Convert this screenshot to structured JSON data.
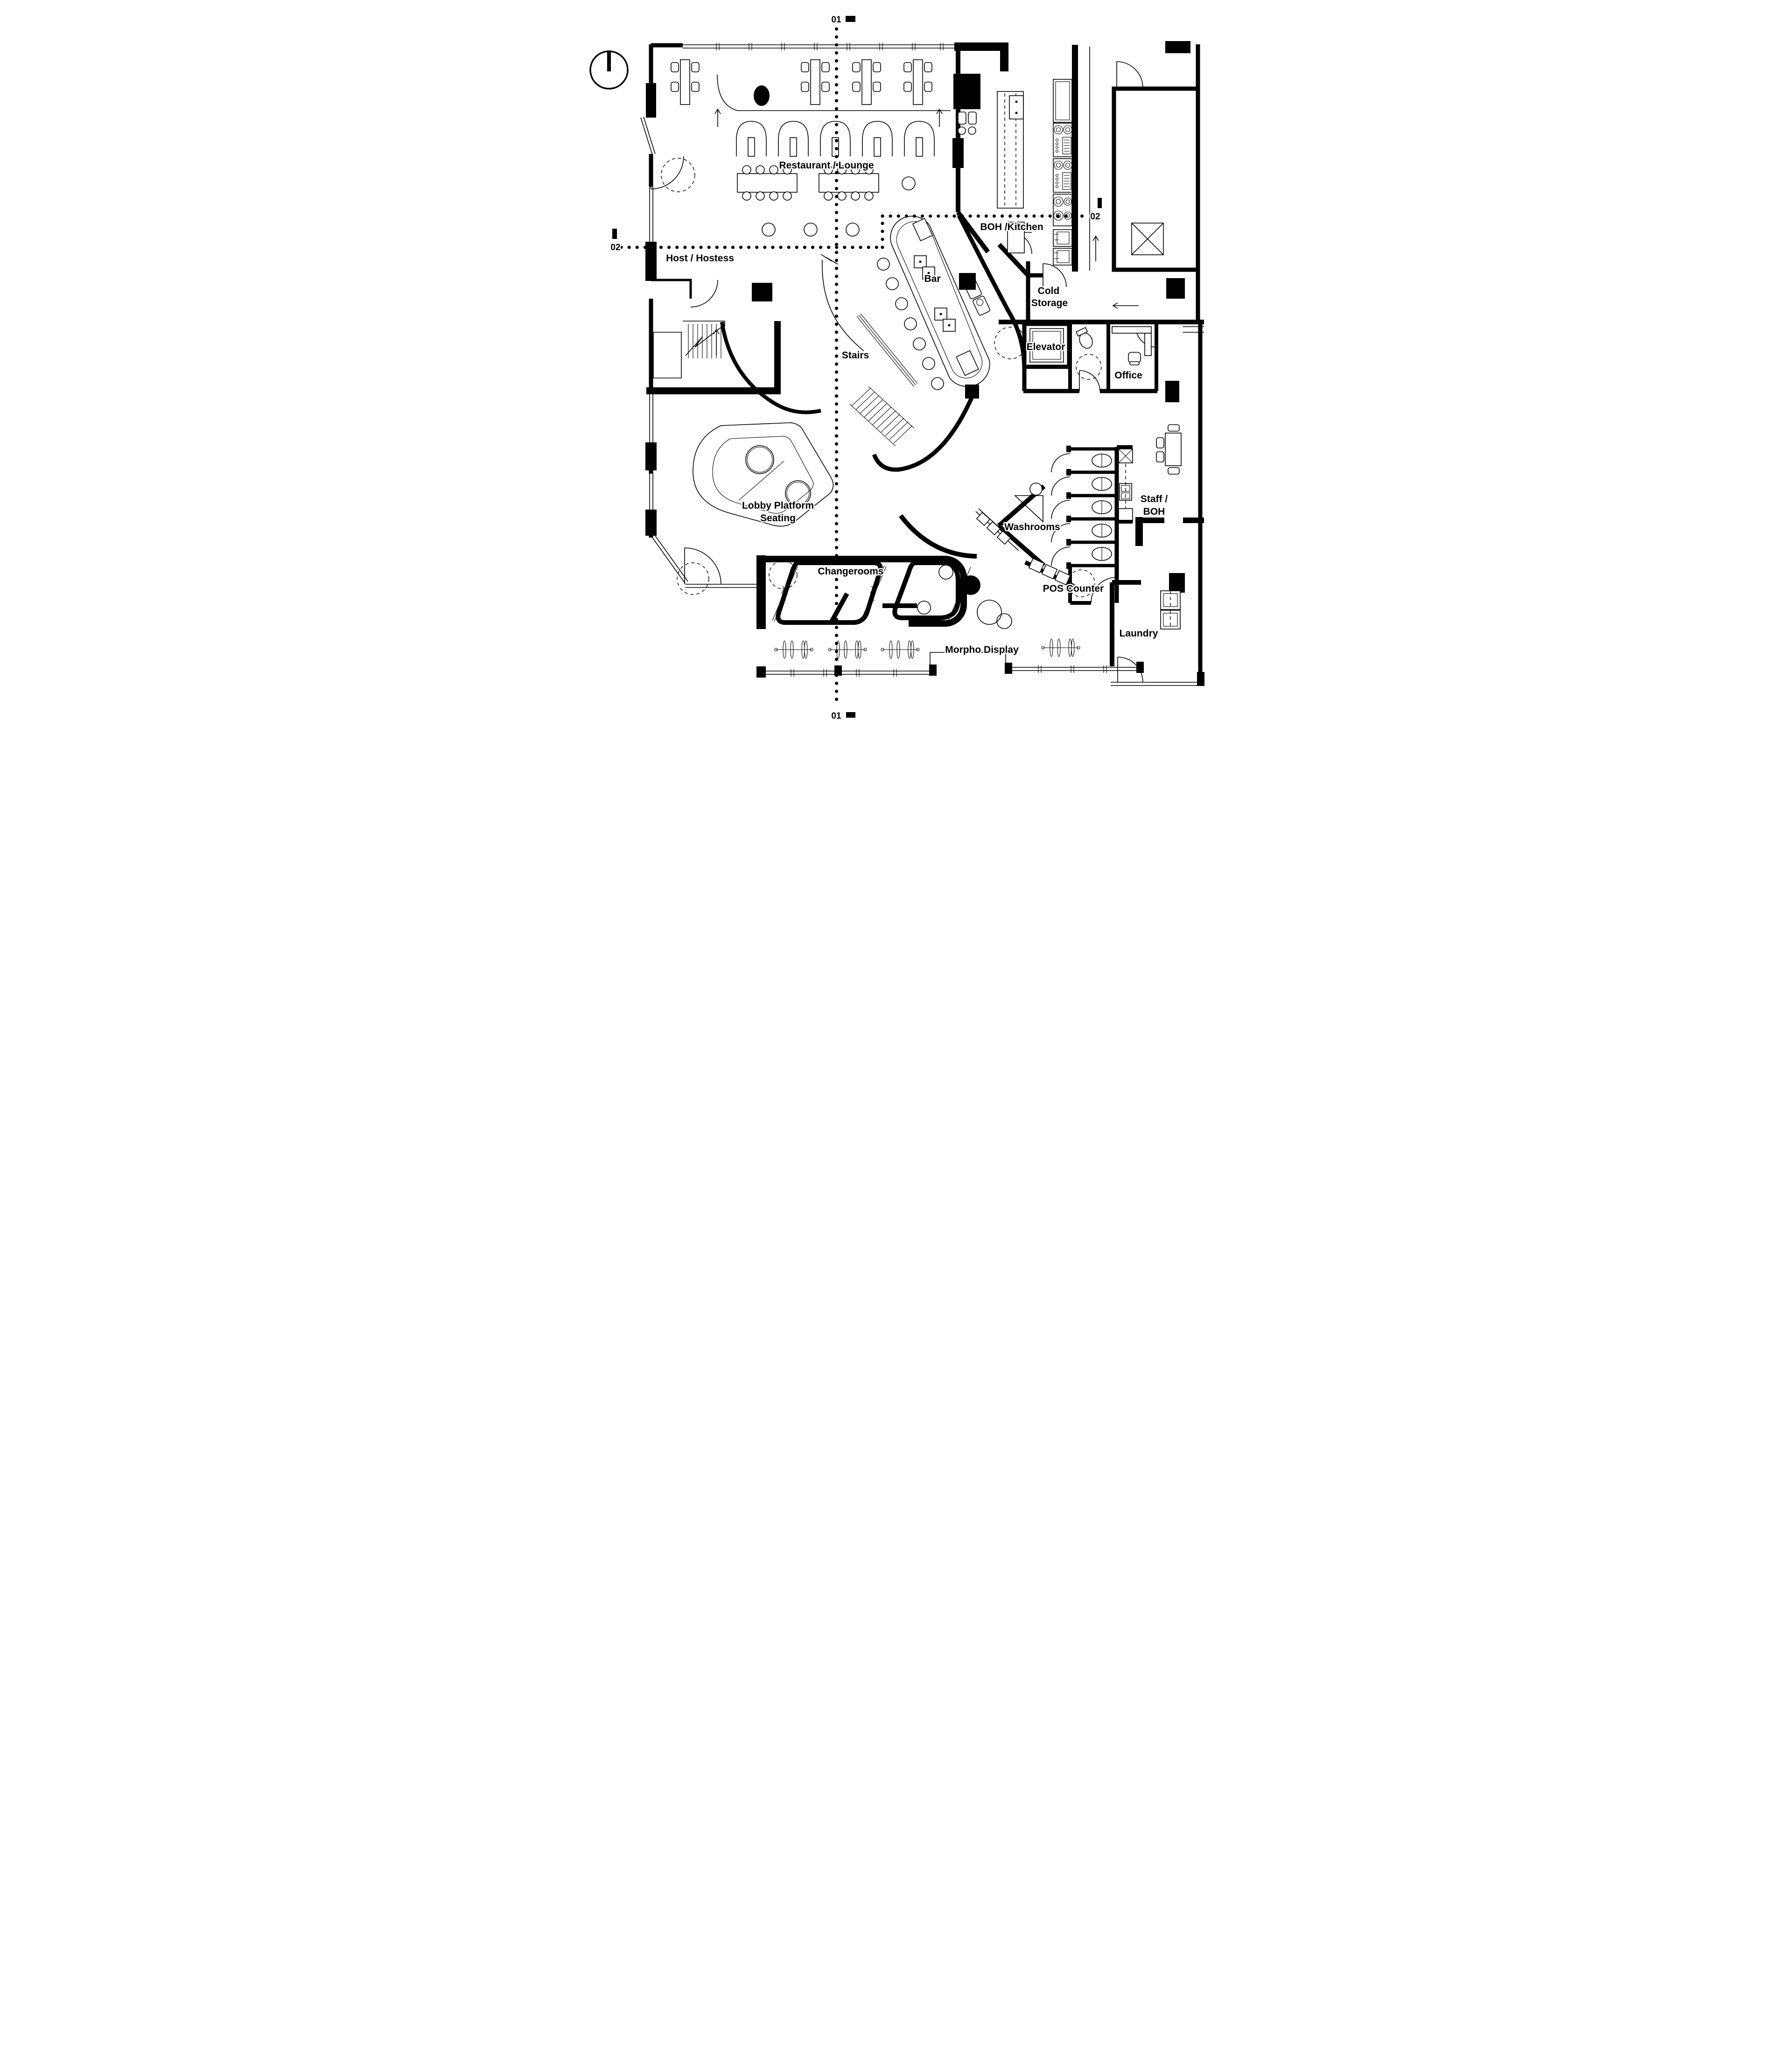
{
  "page": {
    "background": "#ffffff",
    "ink": "#000000"
  },
  "section_markers": {
    "top_01": "01",
    "bottom_01": "01",
    "left_02": "02",
    "right_02": "02"
  },
  "rooms": {
    "restaurant_lounge": "Restaurant / Lounge",
    "boh_kitchen": "BOH /Kitchen",
    "host_hostess": "Host / Hostess",
    "bar": "Bar",
    "cold_storage_line1": "Cold",
    "cold_storage_line2": "Storage",
    "elevator": "Elevator",
    "office": "Office",
    "stairs": "Stairs",
    "lobby_line1": "Lobby Platform",
    "lobby_line2": "Seating",
    "washrooms": "Washrooms",
    "staff_line1": "Staff /",
    "staff_line2": "BOH",
    "changerooms": "Changerooms",
    "pos_counter": "POS Counter",
    "laundry": "Laundry",
    "morpho_display": "Morpho Display"
  }
}
